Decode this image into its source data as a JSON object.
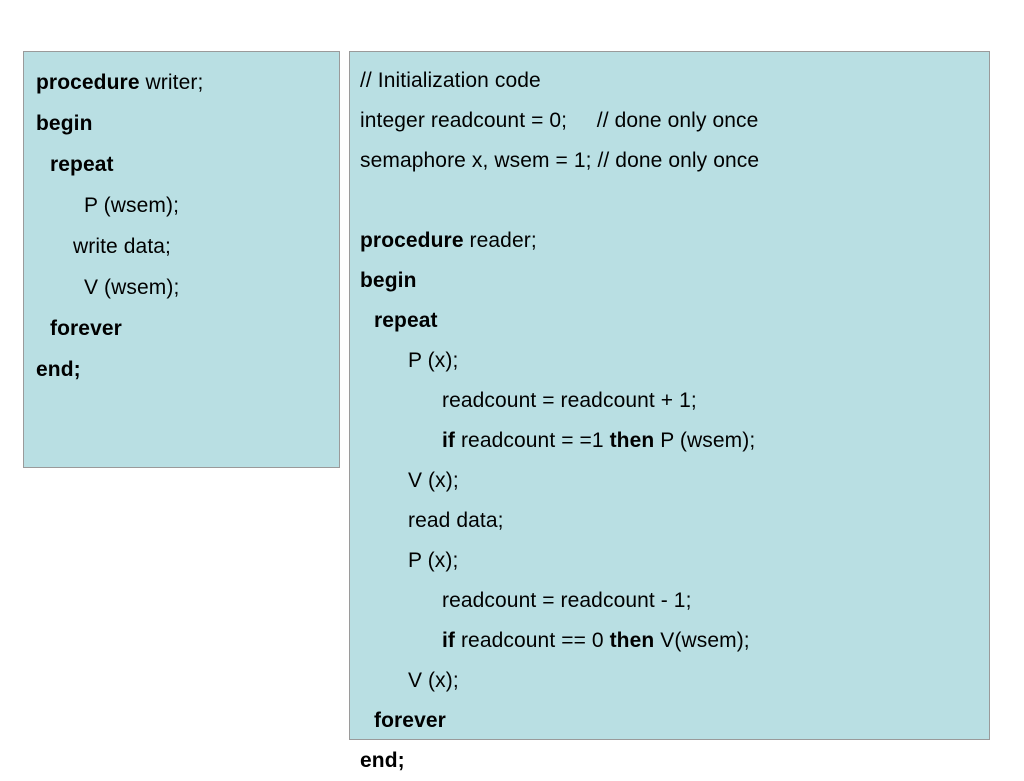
{
  "theme": {
    "panel_background": "#b9dfe3",
    "panel_border": "#9a9a9a",
    "text_color": "#000000",
    "page_background": "#ffffff"
  },
  "writer_panel": {
    "name": "writer-procedure",
    "lines": [
      {
        "indent": 0,
        "segments": [
          {
            "text": "procedure ",
            "bold": true
          },
          {
            "text": "writer;",
            "bold": false
          }
        ]
      },
      {
        "indent": 0,
        "segments": [
          {
            "text": "begin",
            "bold": true
          }
        ]
      },
      {
        "indent": 1,
        "segments": [
          {
            "text": "repeat",
            "bold": true
          }
        ]
      },
      {
        "indent": 3,
        "segments": [
          {
            "text": "P (wsem);",
            "bold": false
          }
        ]
      },
      {
        "indent": 2,
        "segments": [
          {
            "text": "write data;",
            "bold": false
          }
        ]
      },
      {
        "indent": 3,
        "segments": [
          {
            "text": "V (wsem);",
            "bold": false
          }
        ]
      },
      {
        "indent": 1,
        "segments": [
          {
            "text": "forever",
            "bold": true
          }
        ]
      },
      {
        "indent": 0,
        "segments": [
          {
            "text": "end;",
            "bold": true
          }
        ]
      }
    ]
  },
  "reader_panel": {
    "name": "reader-procedure",
    "lines": [
      {
        "indent": 0,
        "segments": [
          {
            "text": "// Initialization code",
            "bold": false
          }
        ]
      },
      {
        "indent": 0,
        "segments": [
          {
            "text": "integer readcount = 0;     // done only once",
            "bold": false
          }
        ]
      },
      {
        "indent": 0,
        "segments": [
          {
            "text": "semaphore x, wsem = 1; // done only once",
            "bold": false
          }
        ]
      },
      {
        "indent": 0,
        "blank": true,
        "segments": [
          {
            "text": " ",
            "bold": false
          }
        ]
      },
      {
        "indent": 0,
        "segments": [
          {
            "text": "procedure ",
            "bold": true
          },
          {
            "text": "reader;",
            "bold": false
          }
        ]
      },
      {
        "indent": 0,
        "segments": [
          {
            "text": "begin",
            "bold": true
          }
        ]
      },
      {
        "indent": 1,
        "segments": [
          {
            "text": "repeat",
            "bold": true
          }
        ]
      },
      {
        "indent": 3,
        "segments": [
          {
            "text": "P (x);",
            "bold": false
          }
        ]
      },
      {
        "indent": 5,
        "segments": [
          {
            "text": "readcount = readcount + 1;",
            "bold": false
          }
        ]
      },
      {
        "indent": 5,
        "segments": [
          {
            "text": "if ",
            "bold": true
          },
          {
            "text": "readcount = =1 ",
            "bold": false
          },
          {
            "text": "then ",
            "bold": true
          },
          {
            "text": "P (wsem);",
            "bold": false
          }
        ]
      },
      {
        "indent": 3,
        "segments": [
          {
            "text": "V (x);",
            "bold": false
          }
        ]
      },
      {
        "indent": 3,
        "segments": [
          {
            "text": "read data;",
            "bold": false
          }
        ]
      },
      {
        "indent": 3,
        "segments": [
          {
            "text": "P (x);",
            "bold": false
          }
        ]
      },
      {
        "indent": 5,
        "segments": [
          {
            "text": "readcount = readcount - 1;",
            "bold": false
          }
        ]
      },
      {
        "indent": 5,
        "segments": [
          {
            "text": "if ",
            "bold": true
          },
          {
            "text": "readcount == 0 ",
            "bold": false
          },
          {
            "text": "then ",
            "bold": true
          },
          {
            "text": "V(wsem);",
            "bold": false
          }
        ]
      },
      {
        "indent": 3,
        "segments": [
          {
            "text": "V (x);",
            "bold": false
          }
        ]
      },
      {
        "indent": 1,
        "segments": [
          {
            "text": "forever",
            "bold": true
          }
        ]
      },
      {
        "indent": 0,
        "segments": [
          {
            "text": "end;",
            "bold": true
          }
        ]
      }
    ]
  }
}
